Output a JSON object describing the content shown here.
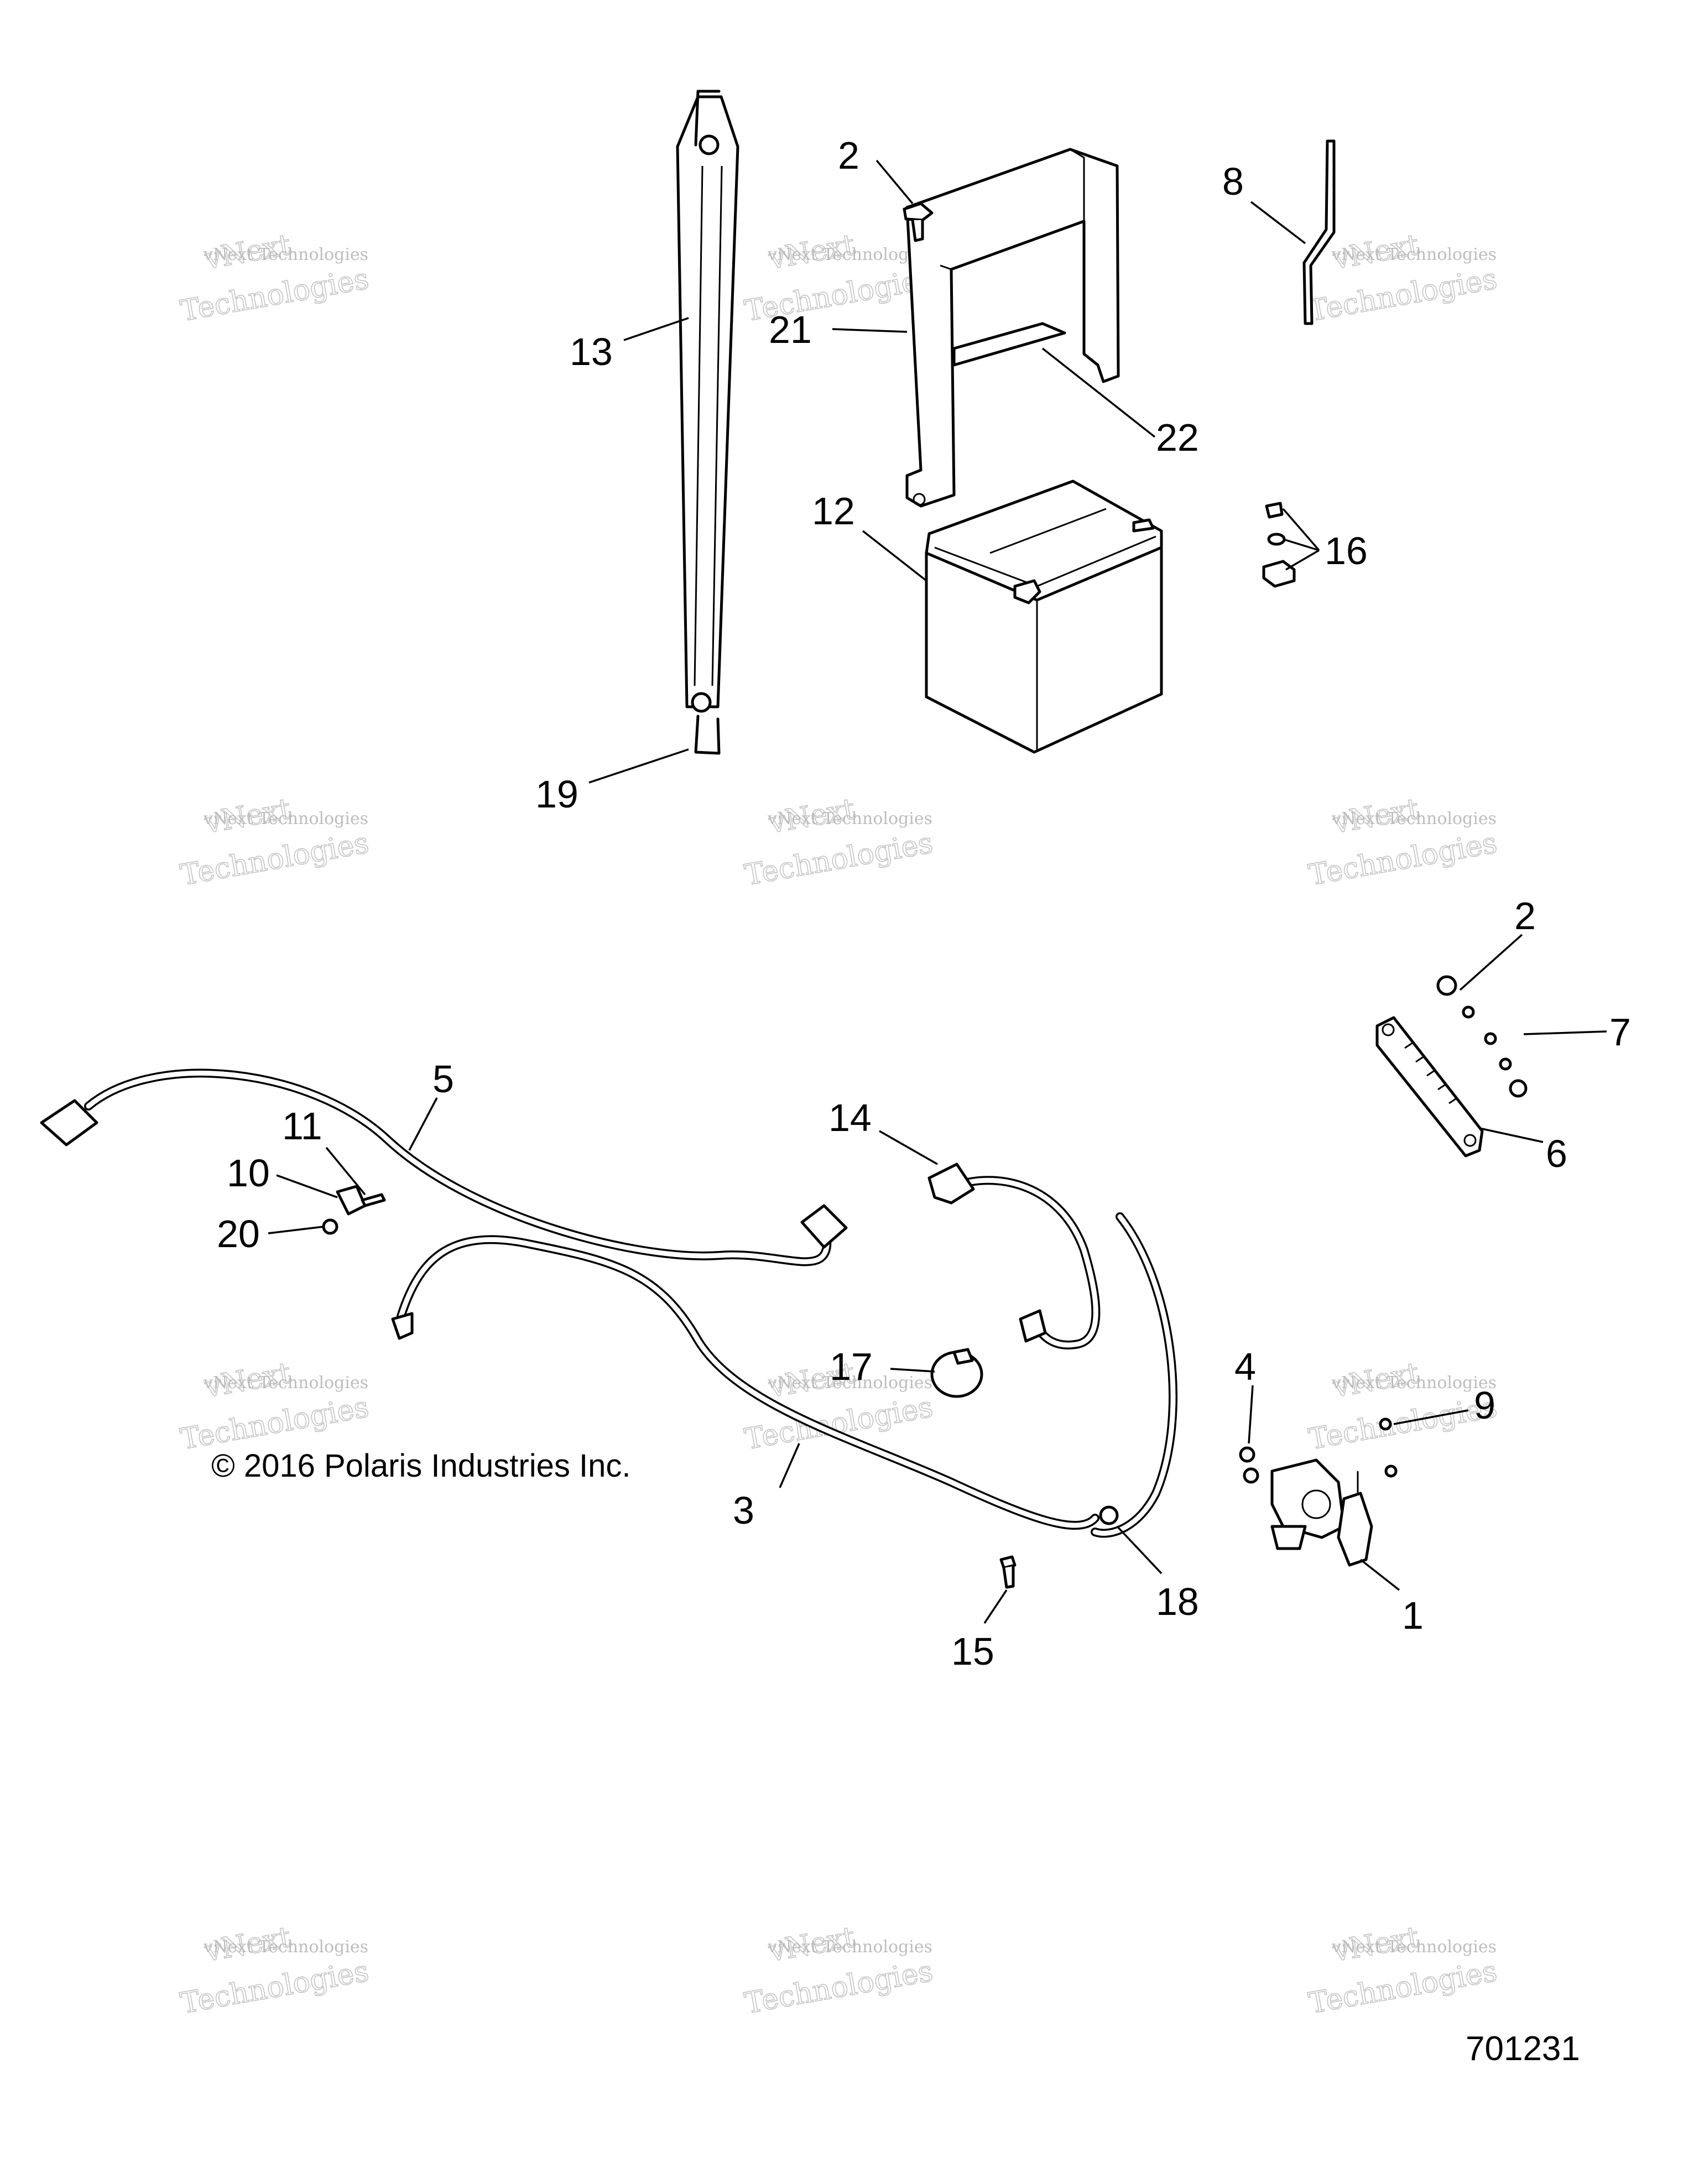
{
  "callouts": {
    "c1": "1",
    "c2a": "2",
    "c2b": "2",
    "c3": "3",
    "c4": "4",
    "c5": "5",
    "c6": "6",
    "c7": "7",
    "c8": "8",
    "c9": "9",
    "c10": "10",
    "c11": "11",
    "c12": "12",
    "c13": "13",
    "c14": "14",
    "c15": "15",
    "c16": "16",
    "c17": "17",
    "c18": "18",
    "c19": "19",
    "c20": "20",
    "c21": "21",
    "c22": "22"
  },
  "watermark": {
    "line1": "vNext Technologies",
    "line2": "vNext",
    "line3": "Technologies"
  },
  "copyright": "© 2016 Polaris Industries Inc.",
  "figure_number": "701231"
}
